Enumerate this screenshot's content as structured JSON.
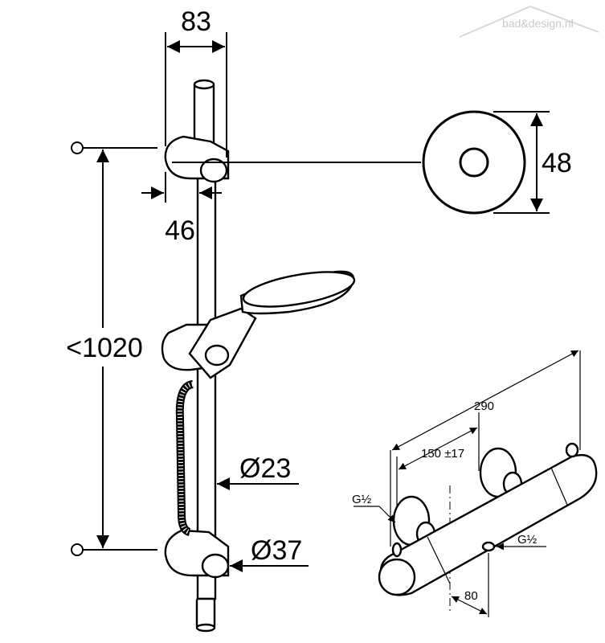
{
  "watermark": {
    "text": "bad&design.nl"
  },
  "dimensions": {
    "bar_width": "83",
    "rose_diameter": "48",
    "holder_depth": "46",
    "rail_length": "<1020",
    "rail_diameter": "Ø23",
    "holder_diameter": "Ø37",
    "mixer_length": "290",
    "centre_distance": "150 ±17",
    "inlet_left_thread": "G½",
    "outlet_thread": "G½",
    "outlet_offset": "80"
  }
}
